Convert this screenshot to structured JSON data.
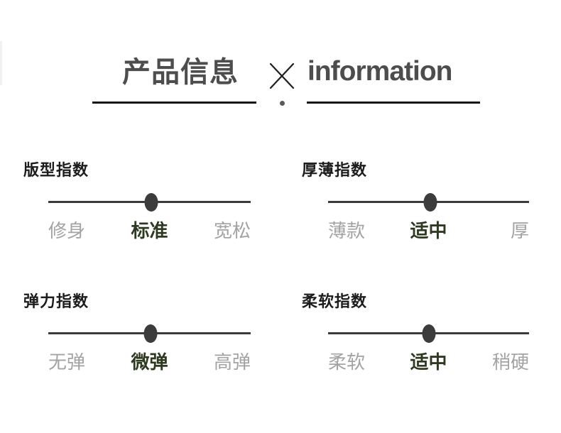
{
  "header": {
    "title_cn": "产品信息",
    "title_en": "information",
    "separator_icon": "multiply-cross-icon"
  },
  "sliders": [
    {
      "title": "版型指数",
      "options": [
        "修身",
        "标准",
        "宽松"
      ],
      "selected_index": 1,
      "selected_label": "标准",
      "dot_position_pct": 51
    },
    {
      "title": "厚薄指数",
      "options": [
        "薄款",
        "适中",
        "厚"
      ],
      "selected_index": 1,
      "selected_label": "适中",
      "dot_position_pct": 51
    },
    {
      "title": "弹力指数",
      "options": [
        "无弹",
        "微弹",
        "高弹"
      ],
      "selected_index": 1,
      "selected_label": "微弹",
      "dot_position_pct": 50.5
    },
    {
      "title": "柔软指数",
      "options": [
        "柔软",
        "适中",
        "稍硬"
      ],
      "selected_index": 1,
      "selected_label": "适中",
      "dot_position_pct": 50.2
    }
  ],
  "colors": {
    "accent-green": "#2d3a1f",
    "label-gray": "#a3a3a3",
    "heading": "#1c1c1c",
    "slider": "#3b3b3b",
    "title-gray": "#4d4d4d",
    "underline": "#141414"
  }
}
